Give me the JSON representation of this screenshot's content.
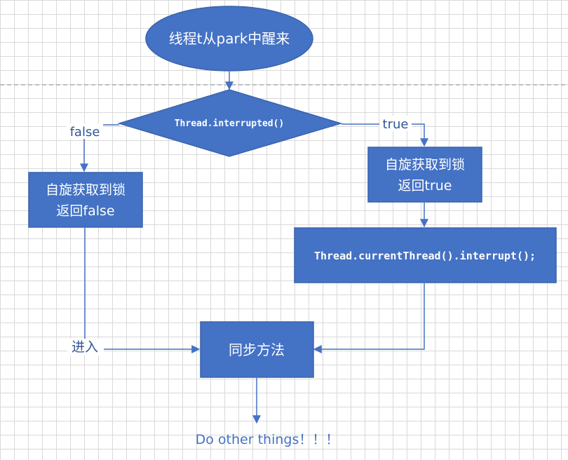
{
  "nodes": {
    "start": "线程t从park中醒来",
    "decision": "Thread.interrupted()",
    "left_box": [
      "自旋获取到锁",
      "返回false"
    ],
    "right_box": [
      "自旋获取到锁",
      "返回true"
    ],
    "interrupt_box": "Thread.currentThread().interrupt();",
    "sync_box": "同步方法"
  },
  "edges": {
    "false_label": "false",
    "true_label": "true",
    "enter_label": "进入"
  },
  "footer": "Do other things！！！",
  "colors": {
    "node_fill": "#4472c4",
    "node_stroke": "#3a63ad",
    "line": "#4472c4",
    "label_text": "#2f5597",
    "grid": "#d9d9d9"
  }
}
